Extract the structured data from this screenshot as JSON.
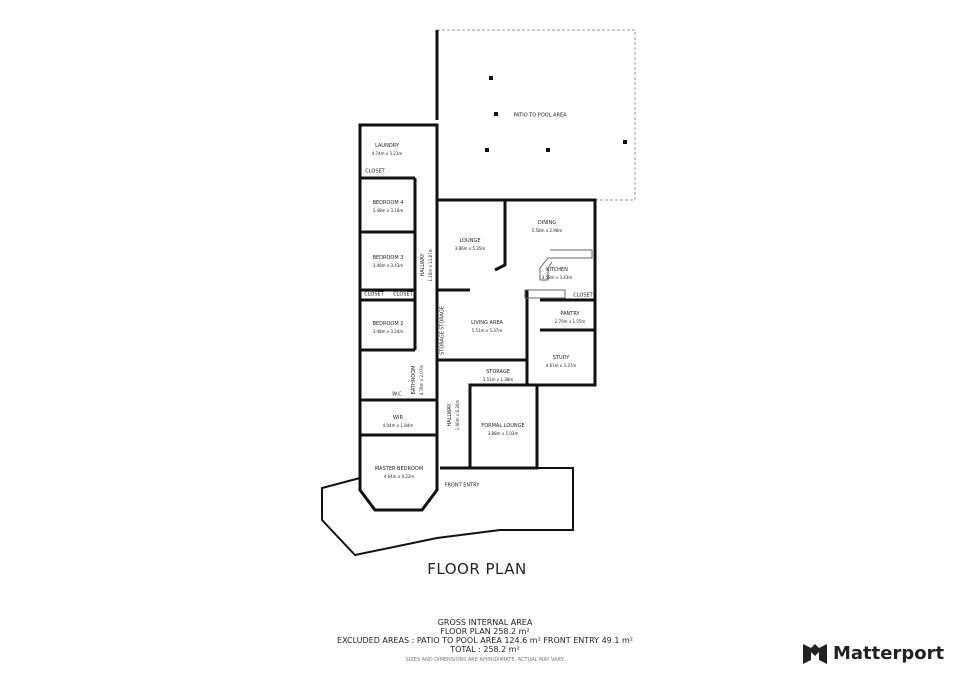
{
  "rooms": {
    "patio": {
      "name": "PATIO TO POOL AREA"
    },
    "laundry": {
      "name": "LAUNDRY",
      "dim": "4.74m x 3.21m"
    },
    "bedroom4": {
      "name": "BEDROOM 4",
      "dim": "3.48m x 3.16m"
    },
    "bedroom3": {
      "name": "BEDROOM 3",
      "dim": "3.48m x 3.43m"
    },
    "bedroom2": {
      "name": "BEDROOM 2",
      "dim": "3.48m x 3.24m"
    },
    "hallway1": {
      "name": "HALLWAY",
      "dim": "1.16m x 11.87m"
    },
    "lounge": {
      "name": "LOUNGE",
      "dim": "3.86m x 5.35m"
    },
    "dining": {
      "name": "DINING",
      "dim": "5.58m x 2.96m"
    },
    "kitchen": {
      "name": "KITCHEN",
      "dim": "3.58m x 3.43m"
    },
    "pantry": {
      "name": "PANTRY",
      "dim": "2.70m x 1.55m"
    },
    "living": {
      "name": "LIVING AREA",
      "dim": "5.51m x 5.37m"
    },
    "study": {
      "name": "STUDY",
      "dim": "4.61m x 3.37m"
    },
    "storage": {
      "name": "STORAGE",
      "dim": "3.51m x 1.38m"
    },
    "bathroom": {
      "name": "BATHROOM",
      "dim": "4.78m x 2.07m"
    },
    "wc": {
      "name": "W.C"
    },
    "wir": {
      "name": "WIR",
      "dim": "4.04m x 1.84m"
    },
    "hallway2": {
      "name": "HALLWAY",
      "dim": "1.90m x 6.30m"
    },
    "formal": {
      "name": "FORMAL LOUNGE",
      "dim": "3.88m x 5.03m"
    },
    "master": {
      "name": "MASTER BEDROOM",
      "dim": "4.64m x 4.22m"
    },
    "front": {
      "name": "FRONT ENTRY"
    },
    "closet": "CLOSET",
    "storage_small": "STORAGE"
  },
  "title": "FLOOR PLAN",
  "areas": {
    "heading": "GROSS INTERNAL AREA",
    "floor": "FLOOR PLAN 258.2 m²",
    "excluded": "EXCLUDED AREAS :  PATIO TO POOL AREA 124.6 m²   FRONT ENTRY 49.1 m²",
    "total": "TOTAL :  258.2 m²",
    "note": "SIZES AND DIMENSIONS ARE APPROXIMATE, ACTUAL MAY VARY."
  },
  "logo": {
    "text": "Matterport"
  }
}
